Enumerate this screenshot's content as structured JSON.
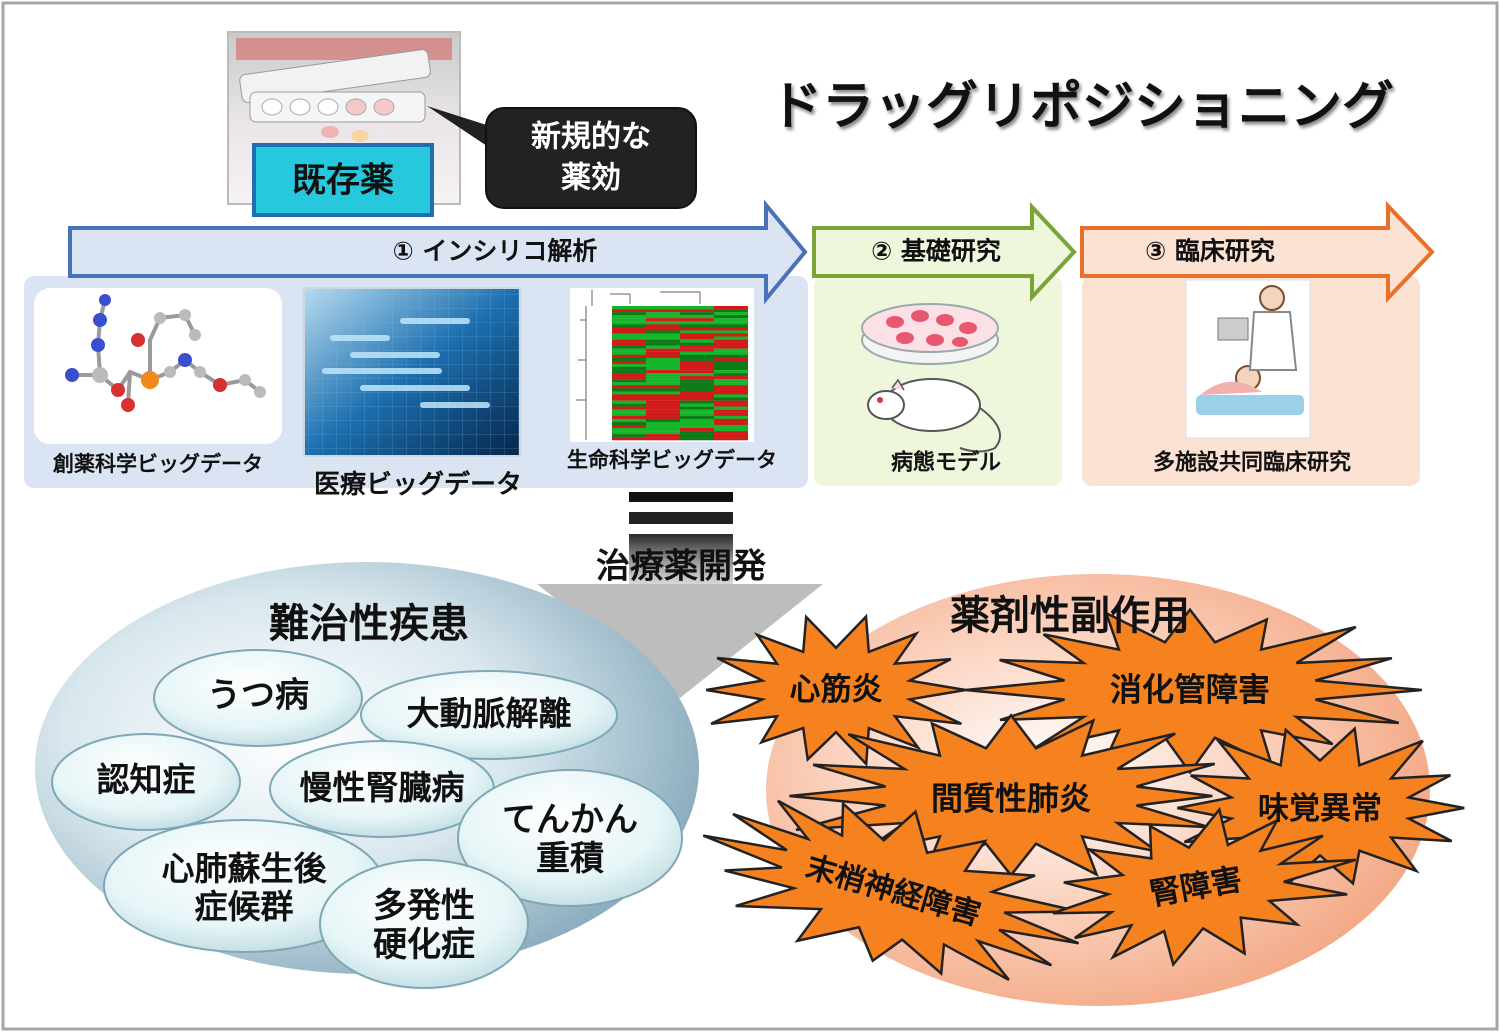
{
  "title": "ドラッグリポジショニング",
  "top": {
    "existing_drug": "既存薬",
    "new_effect": "新規的な\n薬効"
  },
  "steps": [
    {
      "label": "① インシリコ解析",
      "color": "#4a72b8",
      "fill": "#dbe4f2"
    },
    {
      "label": "② 基礎研究",
      "color": "#7aa536",
      "fill": "#eef6dc"
    },
    {
      "label": "③ 臨床研究",
      "color": "#e8702a",
      "fill": "#fbe2d3"
    }
  ],
  "panels": {
    "insilico": {
      "items": [
        "創薬科学ビッグデータ",
        "医療ビッグデータ",
        "生命科学ビッグデータ"
      ]
    },
    "basic": {
      "item": "病態モデル"
    },
    "clinical": {
      "item": "多施設共同臨床研究"
    }
  },
  "center_arrow": "治療薬開発",
  "diseases": {
    "title": "難治性疾患",
    "items": [
      "うつ病",
      "大動脈解離",
      "認知症",
      "慢性腎臓病",
      "てんかん\n重積",
      "心肺蘇生後\n症候群",
      "多発性\n硬化症"
    ]
  },
  "side_effects": {
    "title": "薬剤性副作用",
    "items": [
      "心筋炎",
      "消化管障害",
      "間質性肺炎",
      "味覚異常",
      "末梢神経障害",
      "腎障害"
    ]
  },
  "colors": {
    "blue_arrow": "#4a72b8",
    "green_arrow": "#7aa536",
    "orange_arrow": "#e8702a",
    "burst": "#f5821f",
    "disease_ellipse": "#7fa6b8",
    "side_effect_ellipse": "#f4a07a"
  }
}
